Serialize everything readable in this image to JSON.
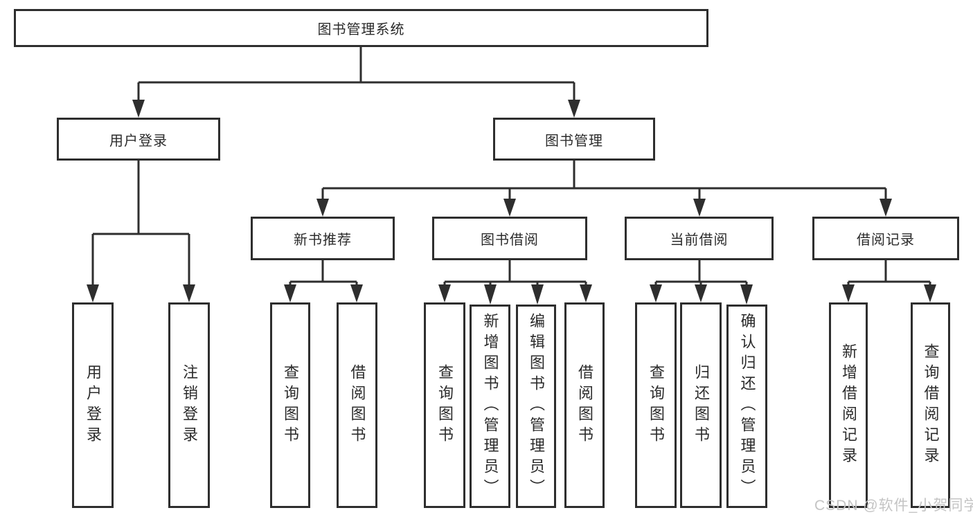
{
  "diagram": {
    "title": "图书管理系统",
    "tree": {
      "label": "图书管理系统",
      "children": [
        {
          "label": "用户登录",
          "children": [
            {
              "label": "用户登录"
            },
            {
              "label": "注销登录"
            }
          ]
        },
        {
          "label": "图书管理",
          "children": [
            {
              "label": "新书推荐",
              "children": [
                {
                  "label": "查询图书"
                },
                {
                  "label": "借阅图书"
                }
              ]
            },
            {
              "label": "图书借阅",
              "children": [
                {
                  "label": "查询图书"
                },
                {
                  "label": "新增图书（管理员）"
                },
                {
                  "label": "编辑图书（管理员）"
                },
                {
                  "label": "借阅图书"
                }
              ]
            },
            {
              "label": "当前借阅",
              "children": [
                {
                  "label": "查询图书"
                },
                {
                  "label": "归还图书"
                },
                {
                  "label": "确认归还（管理员）"
                }
              ]
            },
            {
              "label": "借阅记录",
              "children": [
                {
                  "label": "新增借阅记录"
                },
                {
                  "label": "查询借阅记录"
                }
              ]
            }
          ]
        }
      ]
    },
    "colors": {
      "line": "#2e2e2e",
      "text": "#2b2b2b",
      "background": "#ffffff",
      "watermark": "#c4c4c4"
    },
    "watermark": "CSDN @软件_小贺同学"
  }
}
